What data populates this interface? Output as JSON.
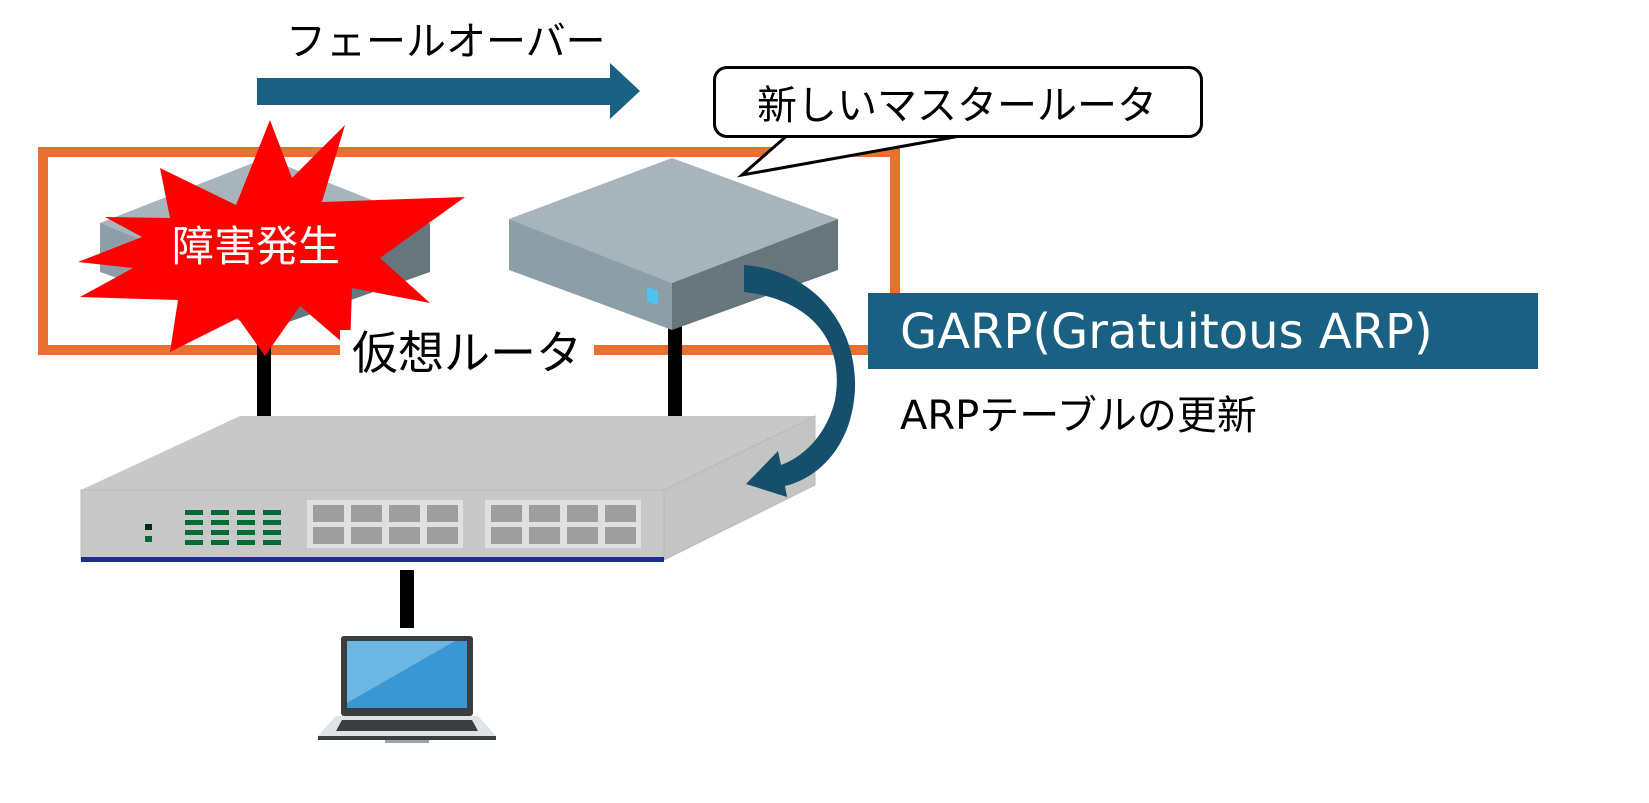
{
  "failover": {
    "label": "フェールオーバー",
    "arrow_color": "#1a6082",
    "direction": "left-to-right"
  },
  "new_master_callout": {
    "text": "新しいマスタールータ"
  },
  "failure_burst": {
    "text": "障害発生",
    "color": "#ff0000"
  },
  "virtual_router": {
    "label": "仮想ルータ",
    "frame_color": "#e87131"
  },
  "garp": {
    "title": "GARP(Gratuitous ARP)",
    "box_color": "#1a6082",
    "description": "ARPテーブルの更新"
  },
  "devices": {
    "failed_router": {
      "name": "router-failed"
    },
    "master_router": {
      "name": "router-new-master",
      "indicator_color": "#4fc3f0"
    },
    "switch": {
      "name": "network-switch",
      "port_groups": 2,
      "ports_per_group": 8,
      "led_columns": 4,
      "led_rows": 4
    },
    "laptop": {
      "name": "client-laptop"
    }
  },
  "colors": {
    "cable": "#000000",
    "router_top": "#a7b4bc",
    "router_left": "#8d9ea8",
    "router_right": "#67767d",
    "switch_body": "#c8c8c8",
    "switch_base": "#1b2f8a",
    "led": "#006b33",
    "port": "#9e9e9e"
  }
}
